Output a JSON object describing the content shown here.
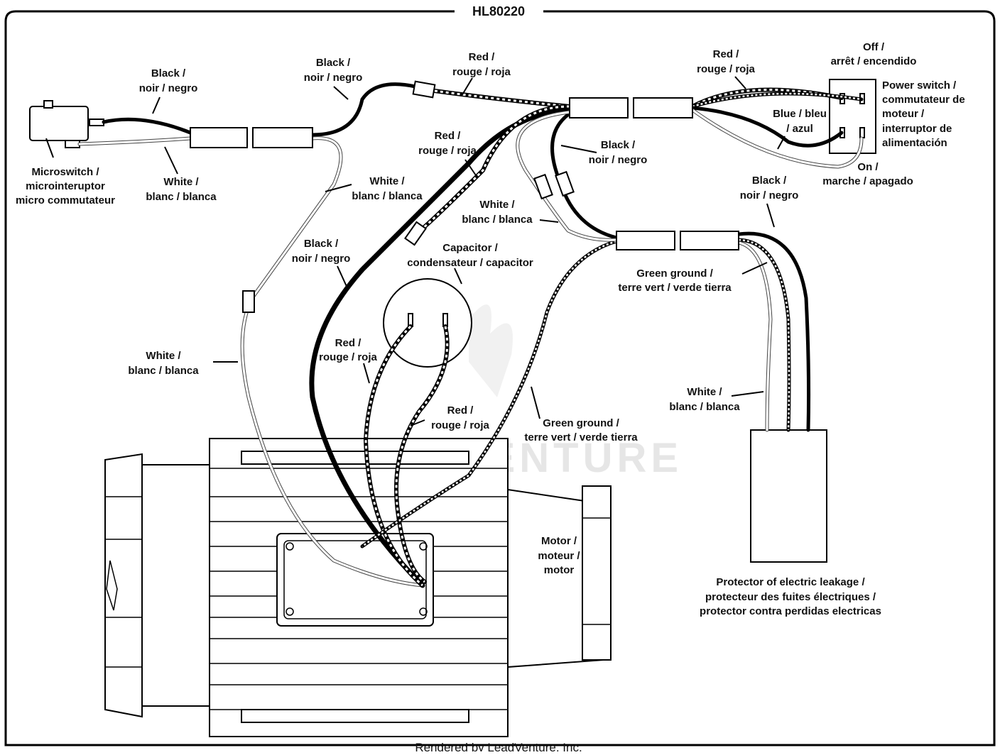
{
  "title": "HL80220",
  "footer": "Rendered by LeadVenture, Inc.",
  "watermark": "LEADVENTURE",
  "labels": {
    "black_microswitch": [
      "Black /",
      "noir / negro"
    ],
    "white_microswitch": [
      "White /",
      "blanc / blanca"
    ],
    "microswitch": [
      "Microswitch /",
      "microinteruptor",
      "micro commutateur"
    ],
    "black_top": [
      "Black /",
      "noir / negro"
    ],
    "red_top": [
      "Red /",
      "rouge / roja"
    ],
    "white_long": [
      "White /",
      "blanc / blanca"
    ],
    "red_middle": [
      "Red /",
      "rouge / roja"
    ],
    "black_center": [
      "Black /",
      "noir / negro"
    ],
    "black_mid": [
      "Black /",
      "noir / negro"
    ],
    "white_mid": [
      "White /",
      "blanc / blanca"
    ],
    "capacitor": [
      "Capacitor /",
      "condensateur / capacitor"
    ],
    "white_left": [
      "White /",
      "blanc / blanca"
    ],
    "red_cap1": [
      "Red /",
      "rouge / roja"
    ],
    "red_cap2": [
      "Red /",
      "rouge / roja"
    ],
    "green_ground_left": [
      "Green ground /",
      "terre vert / verde tierra"
    ],
    "green_ground_right": [
      "Green ground /",
      "terre vert / verde tierra"
    ],
    "red_switch": [
      "Red /",
      "rouge / roja"
    ],
    "off": [
      "Off /",
      "arrêt / encendido"
    ],
    "power_switch": [
      "Power switch /",
      "commutateur de",
      "moteur /",
      "interruptor de",
      "alimentación"
    ],
    "blue": [
      "Blue / bleu",
      "/ azul"
    ],
    "on": [
      "On /",
      "marche / apagado"
    ],
    "black_switch": [
      "Black /",
      "noir / negro"
    ],
    "white_right": [
      "White /",
      "blanc / blanca"
    ],
    "motor": [
      "Motor /",
      "moteur /",
      "motor"
    ],
    "protector": [
      "Protector of electric leakage /",
      "protecteur des fuites électriques /",
      "protector contra perdidas electricas"
    ]
  }
}
